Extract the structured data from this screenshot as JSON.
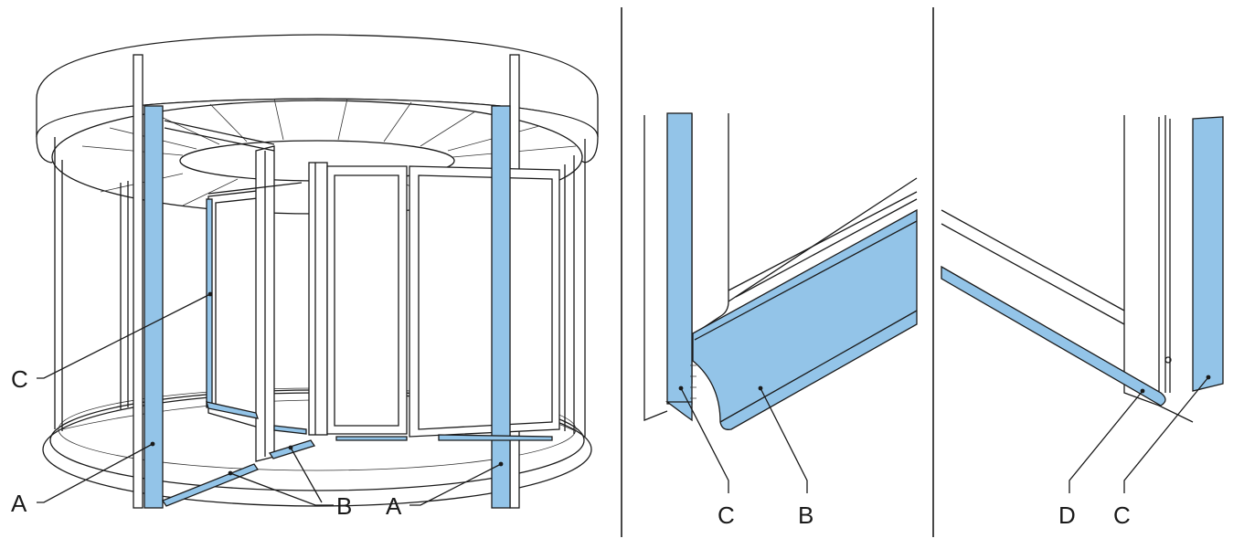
{
  "figure": {
    "colors": {
      "highlight": "#93c4e8",
      "line": "#1a1a1a",
      "background": "#ffffff"
    },
    "panel_left": {
      "labels": {
        "c": "C",
        "a_left": "A",
        "b": "B",
        "a_right": "A"
      }
    },
    "panel_middle": {
      "labels": {
        "c": "C",
        "b": "B"
      }
    },
    "panel_right": {
      "labels": {
        "d": "D",
        "c": "C"
      }
    }
  }
}
